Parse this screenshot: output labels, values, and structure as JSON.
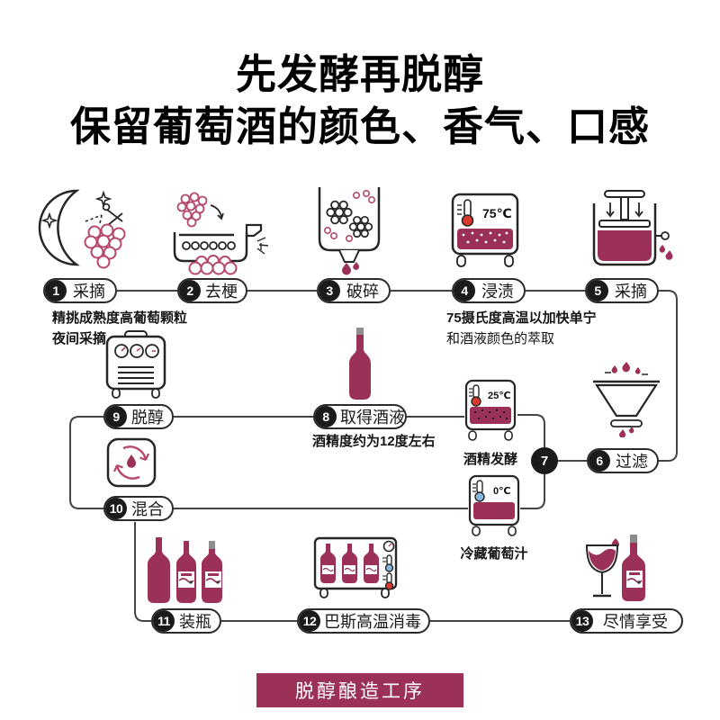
{
  "title": {
    "line1": "先发酵再脱醇",
    "line2": "保留葡萄酒的颜色、香气、口感"
  },
  "steps": [
    {
      "num": "1",
      "label": "采摘"
    },
    {
      "num": "2",
      "label": "去梗"
    },
    {
      "num": "3",
      "label": "破碎"
    },
    {
      "num": "4",
      "label": "浸渍"
    },
    {
      "num": "5",
      "label": "采摘"
    },
    {
      "num": "6",
      "label": "过滤"
    },
    {
      "num": "7",
      "label": ""
    },
    {
      "num": "8",
      "label": "取得酒液"
    },
    {
      "num": "9",
      "label": "脱醇"
    },
    {
      "num": "10",
      "label": "混合"
    },
    {
      "num": "11",
      "label": "装瓶"
    },
    {
      "num": "12",
      "label": "巴斯高温消毒"
    },
    {
      "num": "13",
      "label": "尽情享受"
    }
  ],
  "annotations": {
    "step1_line1": "精挑成熟度高葡萄颗粒",
    "step1_line2": "夜间采摘",
    "step4_line1": "75摄氏度高温以加快单宁",
    "step4_line2": "和酒液颜色的萃取",
    "step8": "酒精度约为12度左右"
  },
  "tanks": {
    "maceration_temp": "75℃",
    "fermentation_temp": "25℃",
    "fermentation_label": "酒精发酵",
    "cold_temp": "0℃",
    "cold_label": "冷藏葡萄汁"
  },
  "banner": {
    "label": "脱醇酿造工序"
  },
  "colors": {
    "wine": "#9B3159",
    "grape_outline": "#B5486C",
    "line": "#444444",
    "red_bulb": "#D93A2B",
    "blue_bulb": "#85B6DC",
    "cap_gray": "#8D8D8D"
  }
}
